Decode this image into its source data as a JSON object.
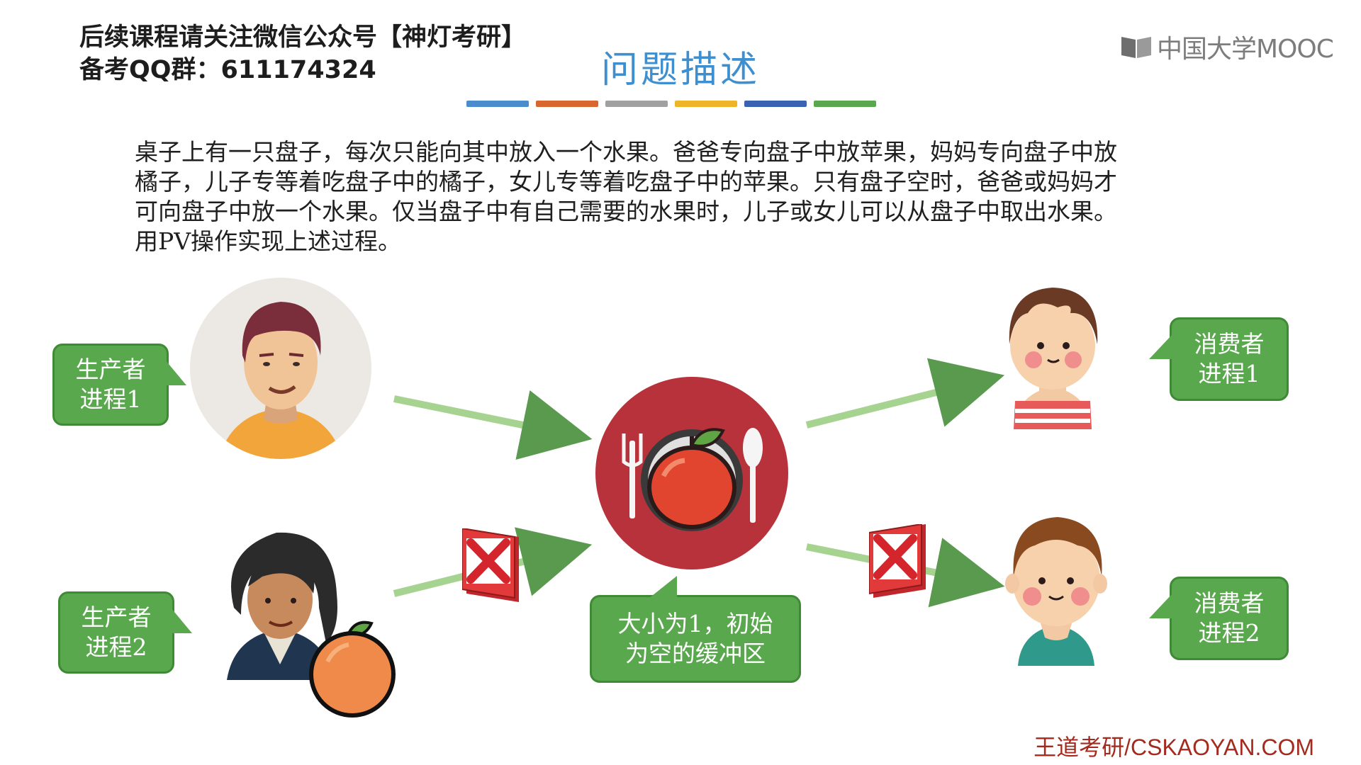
{
  "header": {
    "line1": "后续课程请关注微信公众号【神灯考研】",
    "line2": "备考QQ群：611174324"
  },
  "title": "问题描述",
  "title_color": "#3d8fcf",
  "color_bar": [
    "#4a8ccc",
    "#d9662e",
    "#a0a0a0",
    "#f0b429",
    "#3a62b3",
    "#5aa84e"
  ],
  "logo": {
    "text": "中国大学MOOC",
    "icon": "mooc-book-icon"
  },
  "problem": {
    "lines": [
      "桌子上有一只盘子，每次只能向其中放入一个水果。爸爸专向盘子中放苹果，妈妈专向盘子中放",
      "橘子，儿子专等着吃盘子中的橘子，女儿专等着吃盘子中的苹果。只有盘子空时，爸爸或妈妈才",
      "可向盘子中放一个水果。仅当盘子中有自己需要的水果时，儿子或女儿可以从盘子中取出水果。",
      "用PV操作实现上述过程。"
    ]
  },
  "labels": {
    "producer1": [
      "生产者",
      "进程1"
    ],
    "producer2": [
      "生产者",
      "进程2"
    ],
    "consumer1": [
      "消费者",
      "进程1"
    ],
    "consumer2": [
      "消费者",
      "进程2"
    ],
    "buffer": [
      "大小为1，初始",
      "为空的缓冲区"
    ]
  },
  "icons": {
    "father": "father-avatar-icon",
    "mother": "mother-avatar-icon",
    "orange": "orange-icon",
    "plate": "plate-apple-icon",
    "daughter": "daughter-avatar-icon",
    "son": "son-avatar-icon",
    "cross": "red-cross-icon"
  },
  "accent_green": "#5aa84e",
  "watermark": "王道考研/CSKAOYAN.COM"
}
